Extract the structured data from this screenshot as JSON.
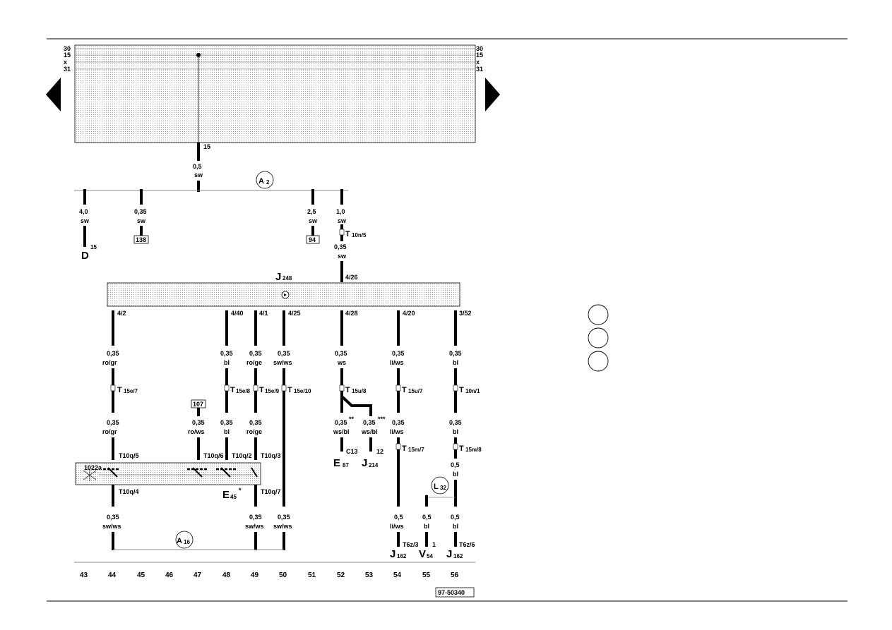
{
  "rails": {
    "left": [
      "30",
      "15",
      "x",
      "31"
    ],
    "right": [
      "30",
      "15",
      "x",
      "31"
    ]
  },
  "nav": {
    "left_arrow": "previous-page-arrow",
    "right_arrow": "next-page-arrow"
  },
  "fuse_box": {
    "pin": "15",
    "wire_size": "0,5",
    "wire_color": "sw"
  },
  "connectors": {
    "A2": {
      "letter": "A",
      "sub": "2"
    },
    "A16": {
      "letter": "A",
      "sub": "16"
    },
    "L32": {
      "letter": "L",
      "sub": "32"
    }
  },
  "top_feeds": [
    {
      "size": "4,0",
      "color": "sw",
      "target_letter": "D",
      "target_sub": "15"
    },
    {
      "size": "0,35",
      "color": "sw",
      "ref": "138"
    },
    {
      "size": "2,5",
      "color": "sw",
      "ref": "94"
    },
    {
      "size": "1,0",
      "color": "sw",
      "conn_letter": "T",
      "conn_sub": "10n/5",
      "size2": "0,35",
      "color2": "sw",
      "pin": "4/26"
    }
  ],
  "control_unit": {
    "letter": "J",
    "sub": "248"
  },
  "cu_pins": [
    "4/2",
    "4/40",
    "4/1",
    "4/25",
    "4/28",
    "4/20",
    "3/52"
  ],
  "wires_mid": [
    {
      "size": "0,35",
      "color": "ro/gr"
    },
    {
      "size": "0,35",
      "color": "bl"
    },
    {
      "size": "0,35",
      "color": "ro/ge"
    },
    {
      "size": "0,35",
      "color": "sw/ws"
    },
    {
      "size": "0,35",
      "color": "ws"
    },
    {
      "size": "0,35",
      "color": "li/ws"
    },
    {
      "size": "0,35",
      "color": "bl"
    }
  ],
  "t_connectors_row1": [
    {
      "letter": "T",
      "sub": "15e/7"
    },
    {
      "letter": "T",
      "sub": "15e/8"
    },
    {
      "letter": "T",
      "sub": "15e/9"
    },
    {
      "letter": "T",
      "sub": "15e/10"
    },
    {
      "letter": "T",
      "sub": "15u/8"
    },
    {
      "letter": "T",
      "sub": "15u/7"
    },
    {
      "letter": "T",
      "sub": "10n/1"
    }
  ],
  "ref_107": "107",
  "wires_lower": [
    {
      "size": "0,35",
      "color": "ro/gr"
    },
    {
      "size": "0,35",
      "color": "ro/ws"
    },
    {
      "size": "0,35",
      "color": "bl"
    },
    {
      "size": "0,35",
      "color": "ro/ge"
    },
    {
      "size": "0,35",
      "color": "ws/bl",
      "mark": "**"
    },
    {
      "size": "0,35",
      "color": "ws/bl",
      "mark": "***"
    },
    {
      "size": "0,35",
      "color": "li/ws"
    },
    {
      "size": "0,35",
      "color": "bl"
    }
  ],
  "t10q": [
    "T10q/5",
    "T10q/6",
    "T10q/2",
    "T10q/3",
    "T10q/4",
    "T10q/7"
  ],
  "switch_ref": "1022a",
  "switch_component": {
    "letter": "E",
    "sub": "45",
    "mark": "*"
  },
  "e87": {
    "letter": "E",
    "sub": "87",
    "pin": "C13"
  },
  "j214": {
    "letter": "J",
    "sub": "214",
    "pin": "12"
  },
  "t15m": [
    {
      "letter": "T",
      "sub": "15m/7"
    },
    {
      "letter": "T",
      "sub": "15m/8"
    }
  ],
  "wire_05_bl_top": {
    "size": "0,5",
    "color": "bl"
  },
  "bottom_wires": [
    {
      "size": "0,35",
      "color": "sw/ws"
    },
    {
      "size": "0,35",
      "color": "sw/ws"
    },
    {
      "size": "0,35",
      "color": "sw/ws"
    },
    {
      "size": "0,5",
      "color": "li/ws"
    },
    {
      "size": "0,5",
      "color": "bl"
    },
    {
      "size": "0,5",
      "color": "bl"
    }
  ],
  "bottom_components": [
    {
      "letter": "J",
      "sub": "162",
      "pin": "T6z/3"
    },
    {
      "letter": "V",
      "sub": "54",
      "pin": "1"
    },
    {
      "letter": "J",
      "sub": "162",
      "pin": "T6z/6"
    }
  ],
  "column_numbers": [
    "43",
    "44",
    "45",
    "46",
    "47",
    "48",
    "49",
    "50",
    "51",
    "52",
    "53",
    "54",
    "55",
    "56"
  ],
  "drawing_number": "97-50340"
}
